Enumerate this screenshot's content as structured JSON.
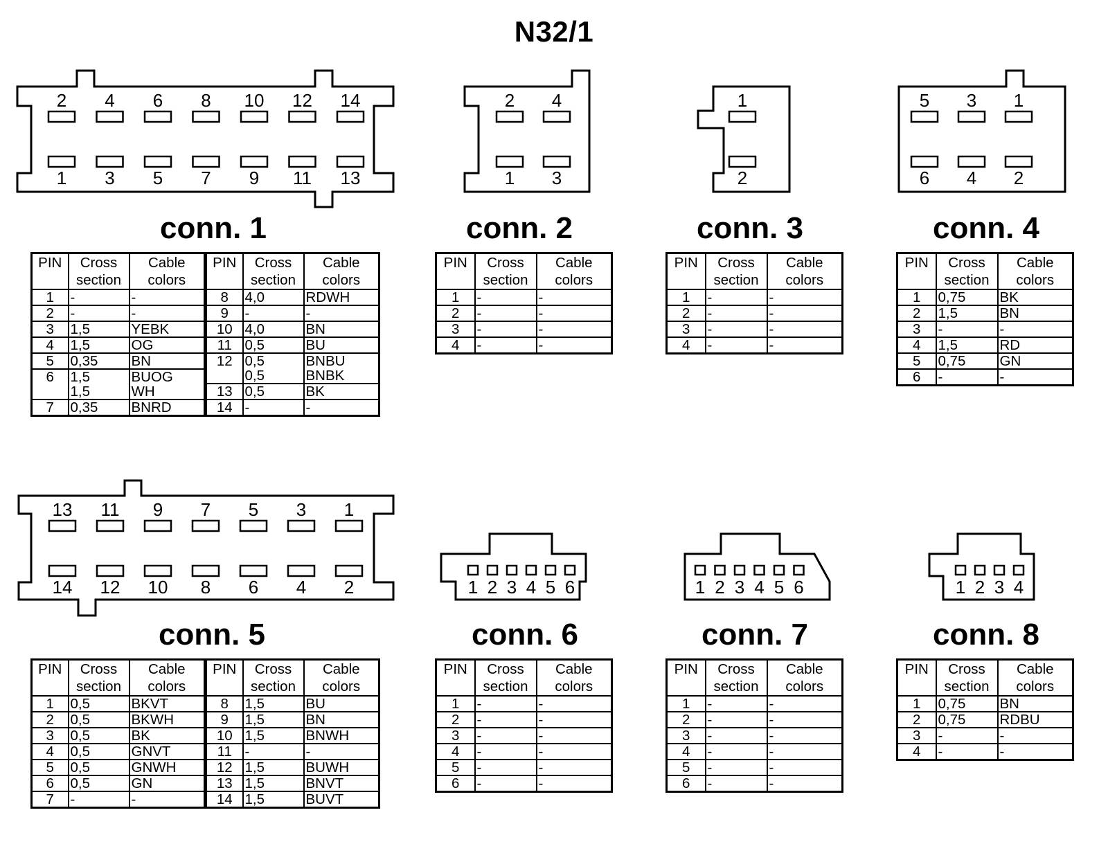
{
  "title": "N32/1",
  "headers": {
    "pin": "PIN",
    "cross_1": "Cross",
    "cross_2": "section",
    "cable_1": "Cable",
    "cable_2": "colors"
  },
  "connectors": [
    {
      "caption": "conn. 1",
      "top_pins": [
        "2",
        "4",
        "6",
        "8",
        "10",
        "12",
        "14"
      ],
      "bottom_pins": [
        "1",
        "3",
        "5",
        "7",
        "9",
        "11",
        "13"
      ],
      "left_rows": [
        {
          "pin": "1",
          "cross": [
            "-"
          ],
          "color": [
            "-"
          ]
        },
        {
          "pin": "2",
          "cross": [
            "-"
          ],
          "color": [
            "-"
          ]
        },
        {
          "pin": "3",
          "cross": [
            "1,5"
          ],
          "color": [
            "YEBK"
          ]
        },
        {
          "pin": "4",
          "cross": [
            "1,5"
          ],
          "color": [
            "OG"
          ]
        },
        {
          "pin": "5",
          "cross": [
            "0,35"
          ],
          "color": [
            "BN"
          ]
        },
        {
          "pin": "6",
          "cross": [
            "1,5",
            "1,5"
          ],
          "color": [
            "BUOG",
            "WH"
          ]
        },
        {
          "pin": "7",
          "cross": [
            "0,35"
          ],
          "color": [
            "BNRD"
          ]
        }
      ],
      "right_rows": [
        {
          "pin": "8",
          "cross": [
            "4,0"
          ],
          "color": [
            "RDWH"
          ]
        },
        {
          "pin": "9",
          "cross": [
            "-"
          ],
          "color": [
            "-"
          ]
        },
        {
          "pin": "10",
          "cross": [
            "4,0"
          ],
          "color": [
            "BN"
          ]
        },
        {
          "pin": "11",
          "cross": [
            "0,5"
          ],
          "color": [
            "BU"
          ]
        },
        {
          "pin": "12",
          "cross": [
            "0,5",
            "0,5"
          ],
          "color": [
            "BNBU",
            "BNBK"
          ]
        },
        {
          "pin": "13",
          "cross": [
            "0,5"
          ],
          "color": [
            "BK"
          ]
        },
        {
          "pin": "14",
          "cross": [
            "-"
          ],
          "color": [
            "-"
          ]
        }
      ]
    },
    {
      "caption": "conn. 2",
      "top_pins": [
        "2",
        "4"
      ],
      "bottom_pins": [
        "1",
        "3"
      ],
      "rows": [
        {
          "pin": "1",
          "cross": "-",
          "color": "-"
        },
        {
          "pin": "2",
          "cross": "-",
          "color": "-"
        },
        {
          "pin": "3",
          "cross": "-",
          "color": "-"
        },
        {
          "pin": "4",
          "cross": "-",
          "color": "-"
        }
      ]
    },
    {
      "caption": "conn. 3",
      "top_pins": [
        "1"
      ],
      "bottom_pins": [
        "2"
      ],
      "rows": [
        {
          "pin": "1",
          "cross": "-",
          "color": "-"
        },
        {
          "pin": "2",
          "cross": "-",
          "color": "-"
        },
        {
          "pin": "3",
          "cross": "-",
          "color": "-"
        },
        {
          "pin": "4",
          "cross": "-",
          "color": "-"
        }
      ]
    },
    {
      "caption": "conn. 4",
      "top_pins": [
        "5",
        "3",
        "1"
      ],
      "bottom_pins": [
        "6",
        "4",
        "2"
      ],
      "rows": [
        {
          "pin": "1",
          "cross": "0,75",
          "color": "BK"
        },
        {
          "pin": "2",
          "cross": "1,5",
          "color": "BN"
        },
        {
          "pin": "3",
          "cross": "-",
          "color": "-"
        },
        {
          "pin": "4",
          "cross": "1,5",
          "color": "RD"
        },
        {
          "pin": "5",
          "cross": "0,75",
          "color": "GN"
        },
        {
          "pin": "6",
          "cross": "-",
          "color": "-"
        }
      ]
    },
    {
      "caption": "conn. 5",
      "top_pins": [
        "13",
        "11",
        "9",
        "7",
        "5",
        "3",
        "1"
      ],
      "bottom_pins": [
        "14",
        "12",
        "10",
        "8",
        "6",
        "4",
        "2"
      ],
      "left_rows": [
        {
          "pin": "1",
          "cross": [
            "0,5"
          ],
          "color": [
            "BKVT"
          ]
        },
        {
          "pin": "2",
          "cross": [
            "0,5"
          ],
          "color": [
            "BKWH"
          ]
        },
        {
          "pin": "3",
          "cross": [
            "0,5"
          ],
          "color": [
            "BK"
          ]
        },
        {
          "pin": "4",
          "cross": [
            "0,5"
          ],
          "color": [
            "GNVT"
          ]
        },
        {
          "pin": "5",
          "cross": [
            "0,5"
          ],
          "color": [
            "GNWH"
          ]
        },
        {
          "pin": "6",
          "cross": [
            "0,5"
          ],
          "color": [
            "GN"
          ]
        },
        {
          "pin": "7",
          "cross": [
            "-"
          ],
          "color": [
            "-"
          ]
        }
      ],
      "right_rows": [
        {
          "pin": "8",
          "cross": [
            "1,5"
          ],
          "color": [
            "BU"
          ]
        },
        {
          "pin": "9",
          "cross": [
            "1,5"
          ],
          "color": [
            "BN"
          ]
        },
        {
          "pin": "10",
          "cross": [
            "1,5"
          ],
          "color": [
            "BNWH"
          ]
        },
        {
          "pin": "11",
          "cross": [
            "-"
          ],
          "color": [
            "-"
          ]
        },
        {
          "pin": "12",
          "cross": [
            "1,5"
          ],
          "color": [
            "BUWH"
          ]
        },
        {
          "pin": "13",
          "cross": [
            "1,5"
          ],
          "color": [
            "BNVT"
          ]
        },
        {
          "pin": "14",
          "cross": [
            "1,5"
          ],
          "color": [
            "BUVT"
          ]
        }
      ]
    },
    {
      "caption": "conn. 6",
      "pins": [
        "1",
        "2",
        "3",
        "4",
        "5",
        "6"
      ],
      "rows": [
        {
          "pin": "1",
          "cross": "-",
          "color": "-"
        },
        {
          "pin": "2",
          "cross": "-",
          "color": "-"
        },
        {
          "pin": "3",
          "cross": "-",
          "color": "-"
        },
        {
          "pin": "4",
          "cross": "-",
          "color": "-"
        },
        {
          "pin": "5",
          "cross": "-",
          "color": "-"
        },
        {
          "pin": "6",
          "cross": "-",
          "color": "-"
        }
      ]
    },
    {
      "caption": "conn. 7",
      "pins": [
        "1",
        "2",
        "3",
        "4",
        "5",
        "6"
      ],
      "rows": [
        {
          "pin": "1",
          "cross": "-",
          "color": "-"
        },
        {
          "pin": "2",
          "cross": "-",
          "color": "-"
        },
        {
          "pin": "3",
          "cross": "-",
          "color": "-"
        },
        {
          "pin": "4",
          "cross": "-",
          "color": "-"
        },
        {
          "pin": "5",
          "cross": "-",
          "color": "-"
        },
        {
          "pin": "6",
          "cross": "-",
          "color": "-"
        }
      ]
    },
    {
      "caption": "conn. 8",
      "pins": [
        "1",
        "2",
        "3",
        "4"
      ],
      "rows": [
        {
          "pin": "1",
          "cross": "0,75",
          "color": "BN"
        },
        {
          "pin": "2",
          "cross": "0,75",
          "color": "RDBU"
        },
        {
          "pin": "3",
          "cross": "-",
          "color": "-"
        },
        {
          "pin": "4",
          "cross": "-",
          "color": "-"
        }
      ]
    }
  ]
}
